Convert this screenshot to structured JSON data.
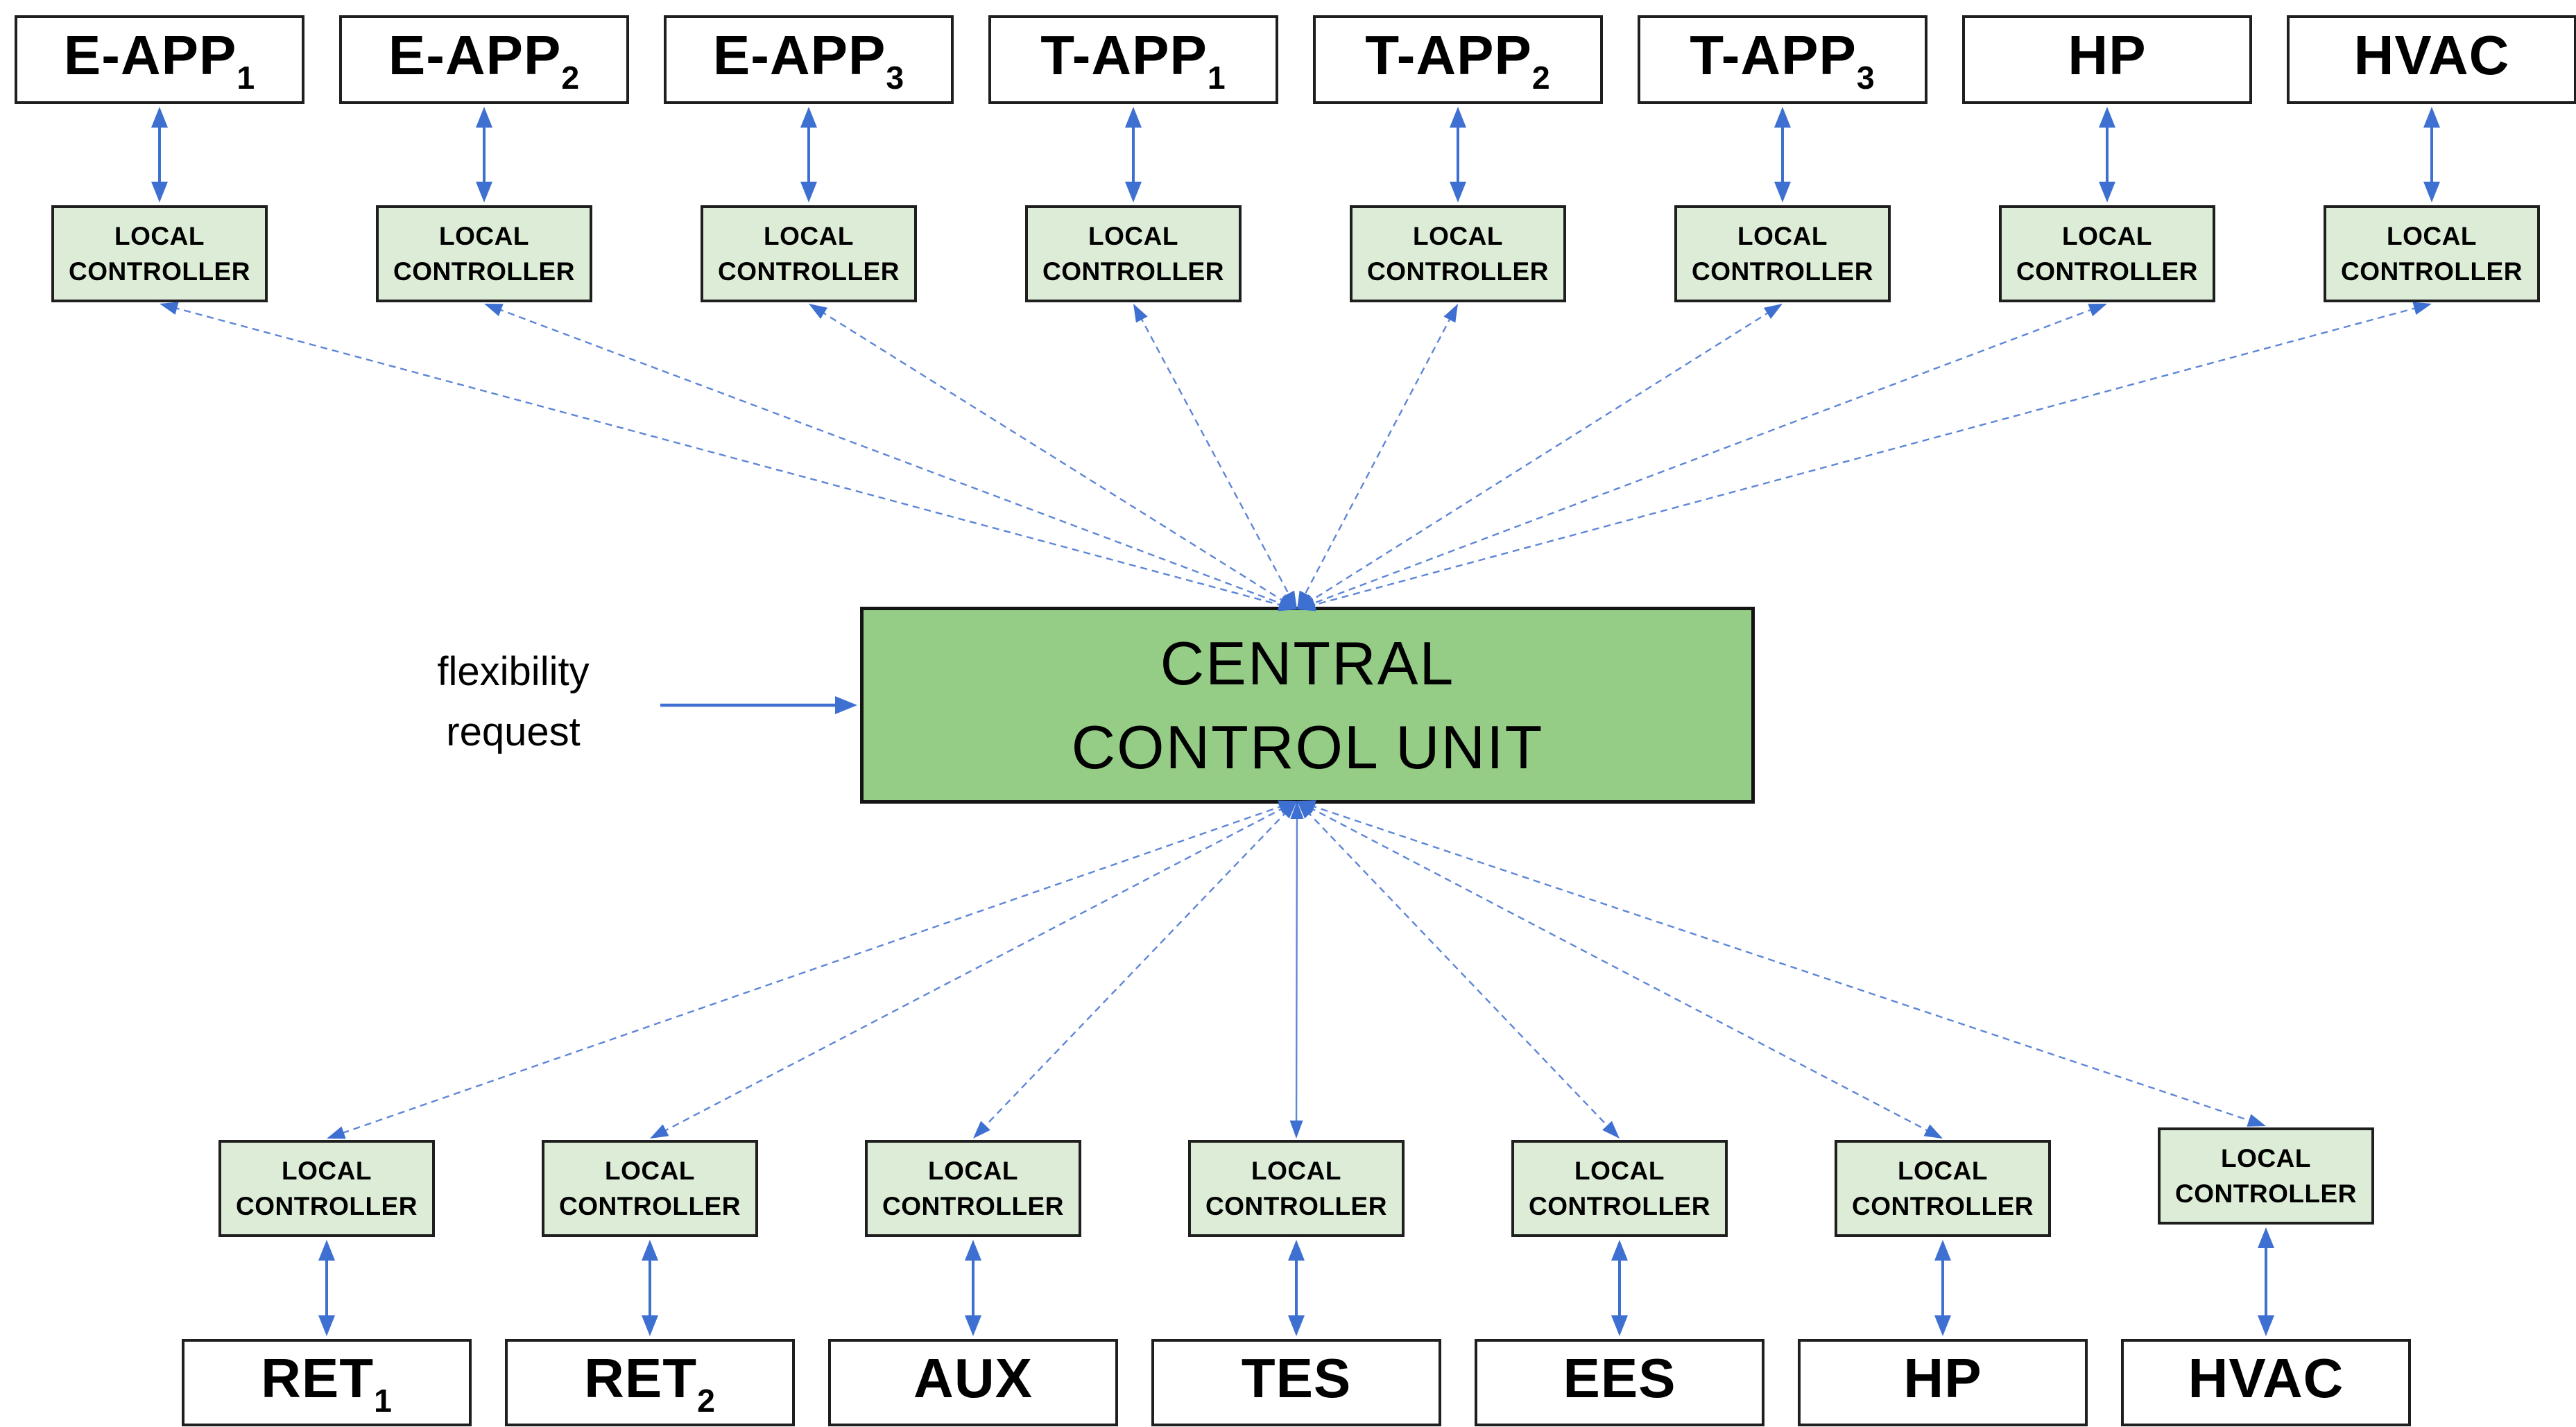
{
  "central_unit": {
    "line1": "CENTRAL",
    "line2": "CONTROL UNIT"
  },
  "flexibility_label": {
    "line1": "flexibility",
    "line2": "request"
  },
  "local_controller": {
    "line1": "LOCAL",
    "line2": "CONTROLLER"
  },
  "top_nodes": [
    {
      "label": "E-APP",
      "subscript": "1"
    },
    {
      "label": "E-APP",
      "subscript": "2"
    },
    {
      "label": "E-APP",
      "subscript": "3"
    },
    {
      "label": "T-APP",
      "subscript": "1"
    },
    {
      "label": "T-APP",
      "subscript": "2"
    },
    {
      "label": "T-APP",
      "subscript": "3"
    },
    {
      "label": "HP",
      "subscript": ""
    },
    {
      "label": "HVAC",
      "subscript": ""
    }
  ],
  "bottom_nodes": [
    {
      "label": "RET",
      "subscript": "1"
    },
    {
      "label": "RET",
      "subscript": "2"
    },
    {
      "label": "AUX",
      "subscript": ""
    },
    {
      "label": "TES",
      "subscript": ""
    },
    {
      "label": "EES",
      "subscript": ""
    },
    {
      "label": "HP",
      "subscript": ""
    },
    {
      "label": "HVAC",
      "subscript": ""
    }
  ],
  "colors": {
    "node_fill": "#ffffff",
    "node_border": "#1f1f1f",
    "controller_fill": "#ddecd6",
    "central_fill": "#95cc86",
    "arrow_solid": "#3e70d1",
    "arrow_dashed": "#5e86d8",
    "text": "#000000"
  }
}
